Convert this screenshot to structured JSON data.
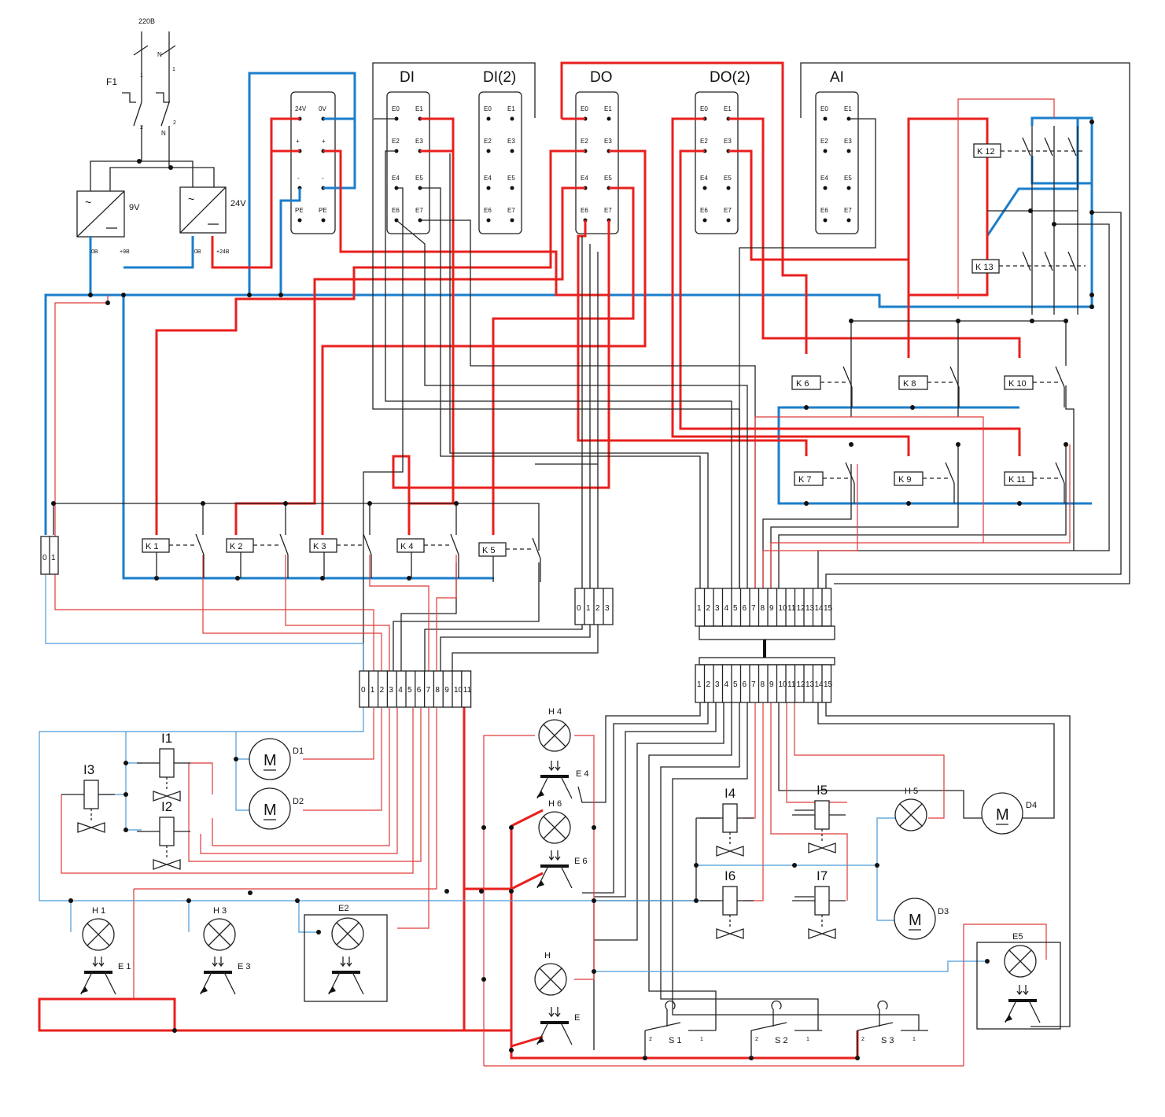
{
  "supply": {
    "voltage_label": "220B",
    "breaker_label": "F1",
    "neutral_label": "N",
    "neutral_label_2": "N",
    "pin_1": "1",
    "pin_2": "2",
    "pin_1b": "1",
    "pin_2b": "2"
  },
  "psu": [
    {
      "symbol": "~",
      "rating": "9V",
      "out_0": "0B",
      "out_plus": "+9B"
    },
    {
      "symbol": "~",
      "rating": "24V",
      "out_0": "0B",
      "out_plus": "+24B"
    }
  ],
  "power_module": {
    "top": [
      "24V",
      "0V"
    ],
    "row_plus": [
      "+",
      "+"
    ],
    "row_minus": [
      "-",
      "-"
    ],
    "row_pe": [
      "PE",
      "PE"
    ]
  },
  "modules": [
    {
      "title": "DI",
      "pins": [
        "E0",
        "E1",
        "E2",
        "E3",
        "E4",
        "E5",
        "E6",
        "E7"
      ]
    },
    {
      "title": "DI(2)",
      "pins": [
        "E0",
        "E1",
        "E2",
        "E3",
        "E4",
        "E5",
        "E6",
        "E7"
      ]
    },
    {
      "title": "DO",
      "pins": [
        "E0",
        "E1",
        "E2",
        "E3",
        "E4",
        "E5",
        "E6",
        "E7"
      ]
    },
    {
      "title": "DO(2)",
      "pins": [
        "E0",
        "E1",
        "E2",
        "E3",
        "E4",
        "E5",
        "E6",
        "E7"
      ]
    },
    {
      "title": "AI",
      "pins": [
        "E0",
        "E1",
        "E2",
        "E3",
        "E4",
        "E5",
        "E6",
        "E7"
      ]
    }
  ],
  "relays_bottom": [
    "K 1",
    "K 2",
    "K 3",
    "K 4",
    "K 5"
  ],
  "relays_right": [
    "K 6",
    "K 8",
    "K 10",
    "K 7",
    "K 9",
    "K 11"
  ],
  "relays_top": [
    "K 12",
    "K 13"
  ],
  "switch_01": [
    "0",
    "1"
  ],
  "terminal_4": [
    "0",
    "1",
    "2",
    "3"
  ],
  "terminal_12": [
    "0",
    "1",
    "2",
    "3",
    "4",
    "5",
    "6",
    "7",
    "8",
    "9",
    "10",
    "11"
  ],
  "terminal_15_top": [
    "1",
    "2",
    "3",
    "4",
    "5",
    "6",
    "7",
    "8",
    "9",
    "10",
    "11",
    "12",
    "13",
    "14",
    "15"
  ],
  "terminal_15_bottom": [
    "1",
    "2",
    "3",
    "4",
    "5",
    "6",
    "7",
    "8",
    "9",
    "10",
    "11",
    "12",
    "13",
    "14",
    "15"
  ],
  "motors": [
    "D1",
    "D2",
    "D3",
    "D4"
  ],
  "motor_symbol": "M",
  "valves": [
    "I3",
    "I1",
    "I2",
    "I4",
    "I5",
    "I6",
    "I7"
  ],
  "lamps": [
    "H 1",
    "H 3",
    "H 4",
    "H 6",
    "H",
    "H 5"
  ],
  "sensors": [
    "E 1",
    "E 3",
    "E2",
    "E 4",
    "E 6",
    "E",
    "E5"
  ],
  "switches": [
    "S 1",
    "S 2",
    "S 3"
  ],
  "switch_pins": [
    "2",
    "1"
  ]
}
